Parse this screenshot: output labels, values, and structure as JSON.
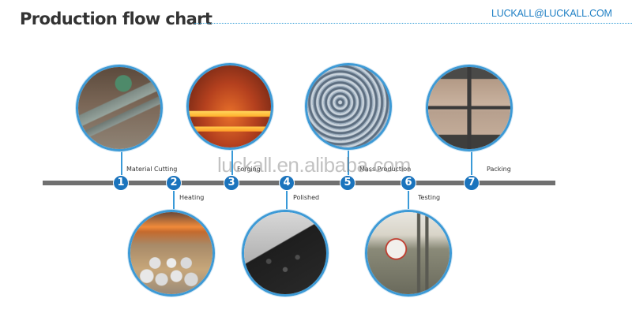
{
  "header": {
    "title": "Production flow chart",
    "email": "LUCKALL@LUCKALL.COM"
  },
  "watermark": "luckall.en.alibaba.com",
  "colors": {
    "accent": "#1b74bd",
    "ring": "#3d9ad6",
    "timeline": "#707070",
    "title": "#333333",
    "email": "#1e7fc4"
  },
  "steps": [
    {
      "number": "1",
      "label": "Material Cutting",
      "position": "above",
      "photo": "conveyor-machine"
    },
    {
      "number": "2",
      "label": "Heating",
      "position": "below",
      "photo": "steel-bars-furnace"
    },
    {
      "number": "3",
      "label": "Forging",
      "position": "above",
      "photo": "red-hot-forging"
    },
    {
      "number": "4",
      "label": "Polished",
      "position": "below",
      "photo": "polishing-drum-shackles"
    },
    {
      "number": "5",
      "label": "Mass Production",
      "position": "above",
      "photo": "galvanized-parts-pile"
    },
    {
      "number": "6",
      "label": "Testing",
      "position": "below",
      "photo": "tensile-testing-machine"
    },
    {
      "number": "7",
      "label": "Packing",
      "position": "above",
      "photo": "packed-pallets"
    }
  ]
}
